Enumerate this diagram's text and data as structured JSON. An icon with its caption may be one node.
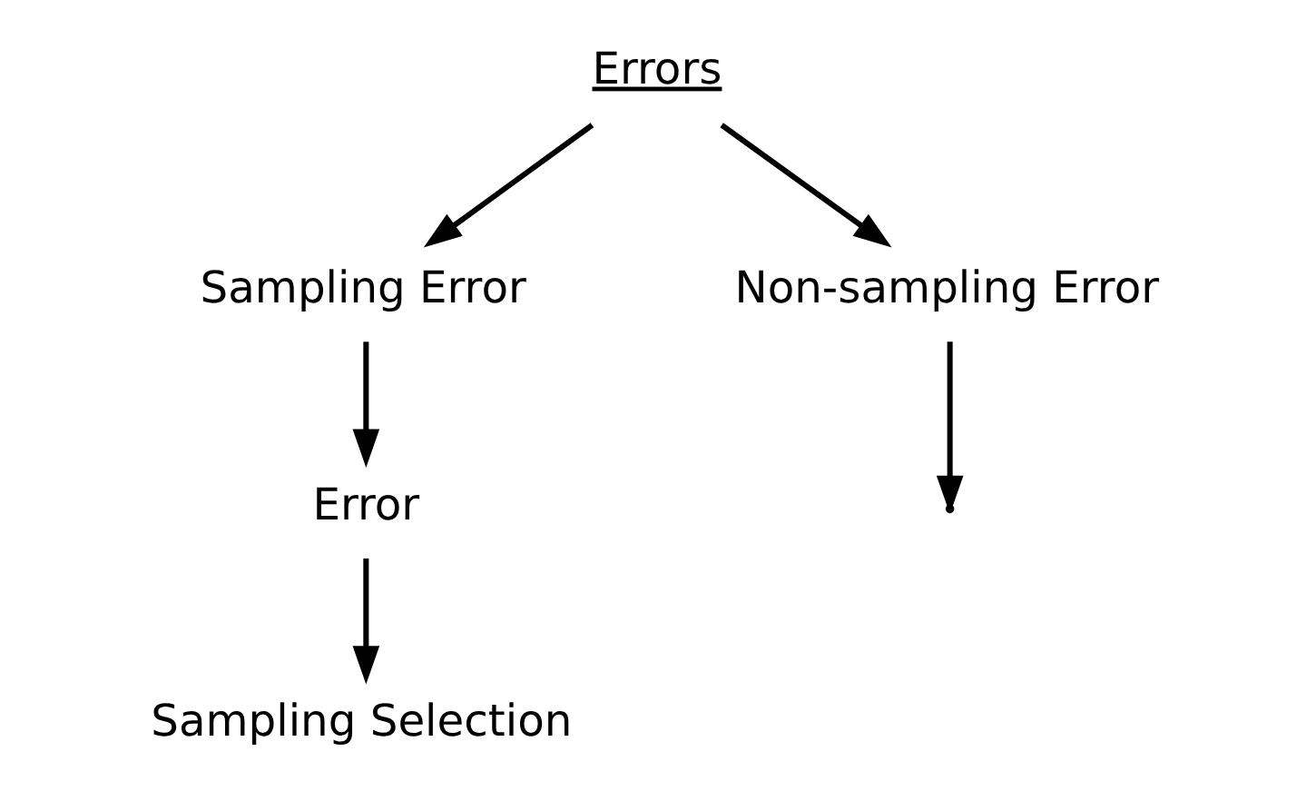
{
  "diagram": {
    "nodes": [
      {
        "text": [
          "Errors"
        ]
      },
      {
        "text": [
          "Sampling Error"
        ]
      },
      {
        "text": [
          "Non-sampling Error"
        ]
      },
      {
        "text": [
          "Error"
        ]
      },
      {
        "text": [
          "Sampling Selection"
        ]
      }
    ],
    "edges": [
      {
        "from": 0,
        "to": 1,
        "arrow": "to"
      },
      {
        "from": 0,
        "to": 2,
        "arrow": "to"
      },
      {
        "from": 1,
        "to": 3,
        "arrow": "to"
      },
      {
        "from": 3,
        "to": 4,
        "arrow": "to"
      },
      {
        "from": 2,
        "to": null,
        "arrow": "to"
      }
    ]
  }
}
